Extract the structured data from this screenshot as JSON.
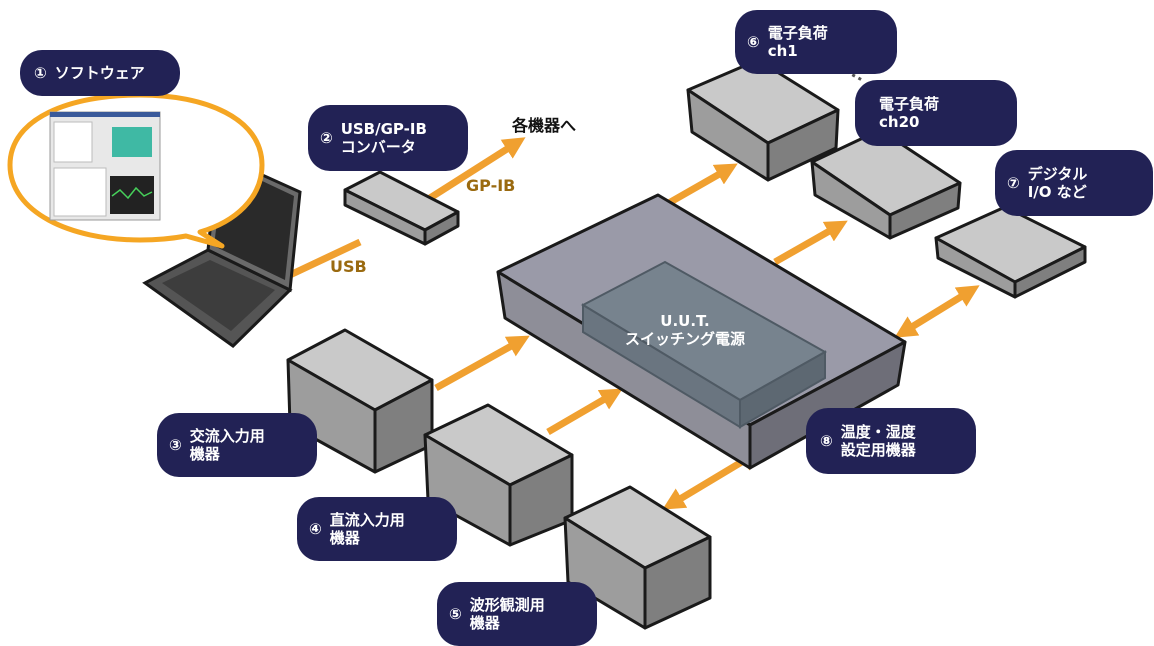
{
  "labels": {
    "software": {
      "num": "①",
      "text": "ソフトウェア"
    },
    "converter": {
      "num": "②",
      "text": "USB/GP-IB\nコンバータ"
    },
    "ac_input": {
      "num": "③",
      "text": "交流入力用\n機器"
    },
    "dc_input": {
      "num": "④",
      "text": "直流入力用\n機器"
    },
    "waveform": {
      "num": "⑤",
      "text": "波形観測用\n機器"
    },
    "load_ch1": {
      "num": "⑥",
      "text": "電子負荷\nch1"
    },
    "load_ch20": {
      "num": "",
      "text": "電子負荷\nch20"
    },
    "digital_io": {
      "num": "⑦",
      "text": "デジタル\nI/O など"
    },
    "temp_humid": {
      "num": "⑧",
      "text": "温度・湿度\n設定用機器"
    }
  },
  "connections": {
    "usb": "USB",
    "gpib": "GP-IB",
    "to_devices": "各機器へ"
  },
  "uut": {
    "text": "U.U.T.\nスイッチング電源"
  },
  "colors": {
    "label_bg": "#222255",
    "arrow": "#f0a030",
    "arrow_text": "#9a6a10",
    "box_top": "#c9c9c9",
    "box_left": "#9d9d9d",
    "box_right": "#7f7f7f",
    "outline": "#1a1a1a"
  }
}
